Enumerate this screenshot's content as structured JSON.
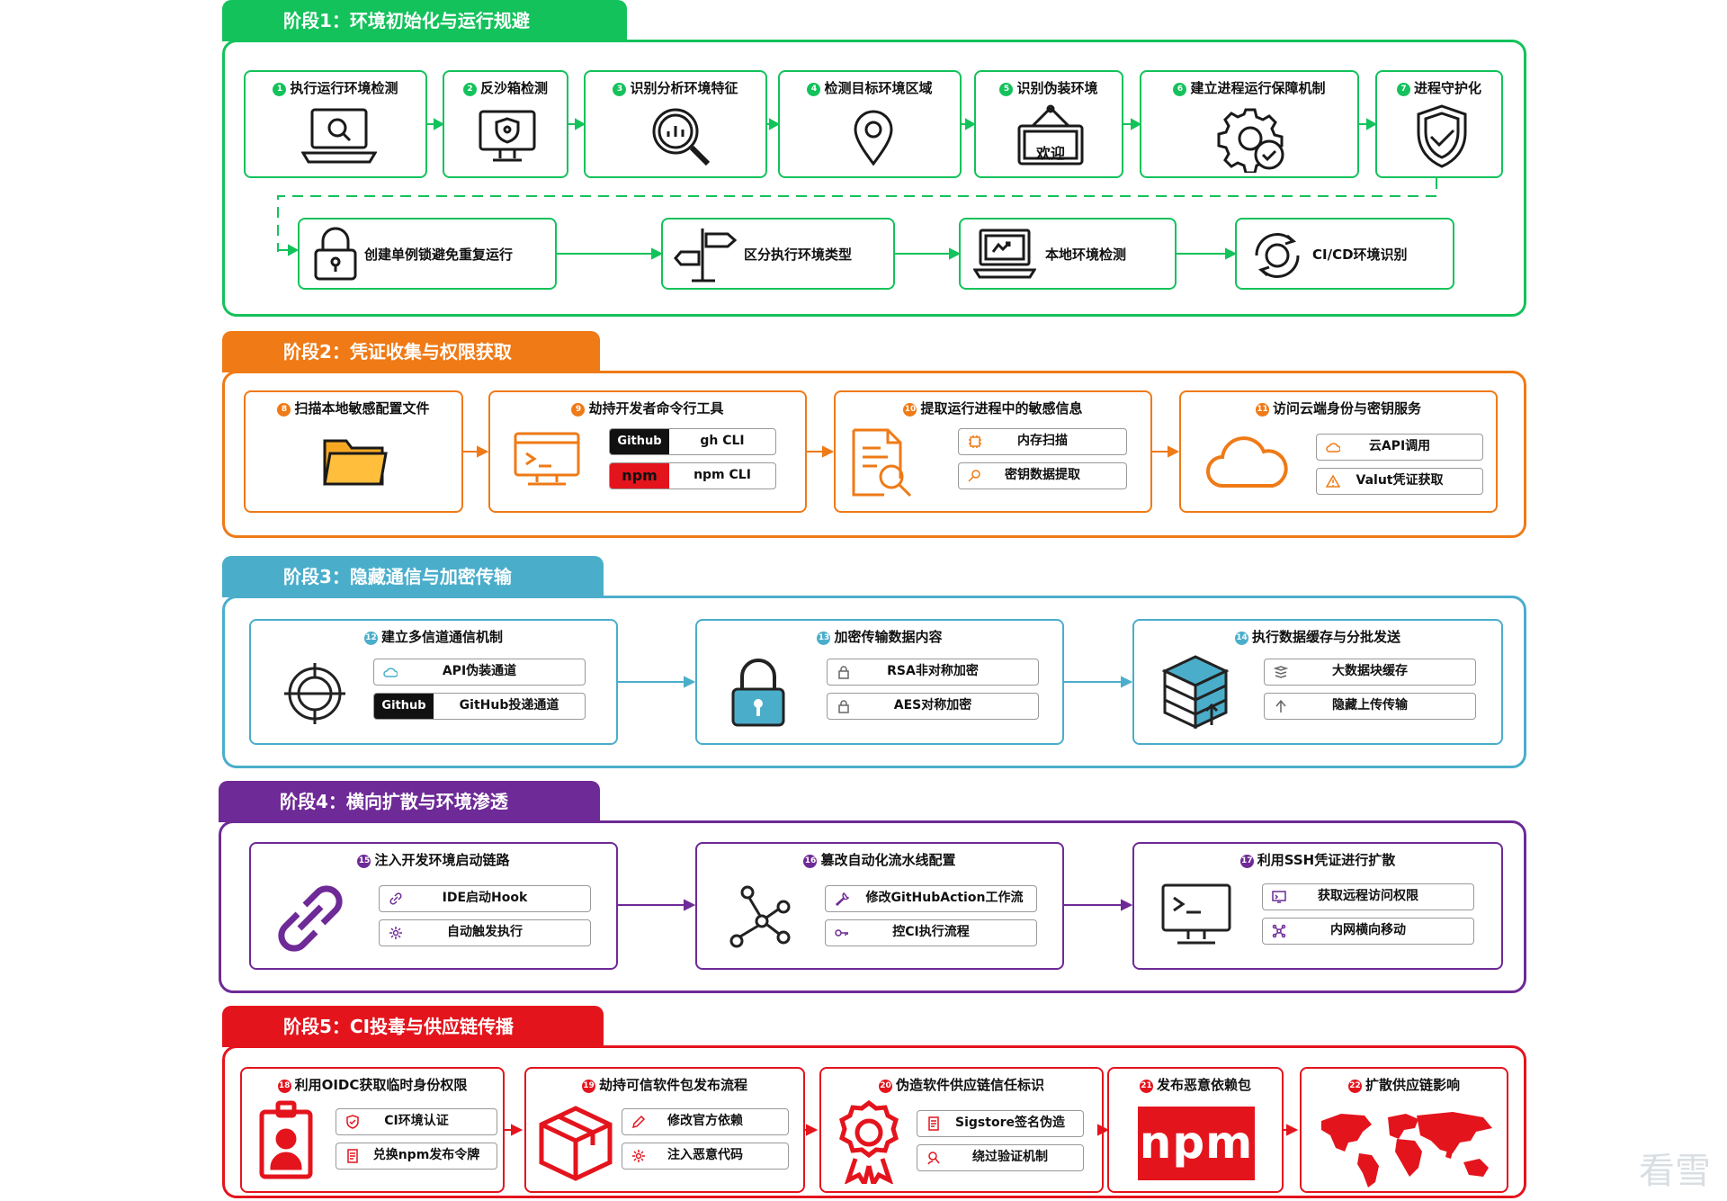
{
  "colors": {
    "green": "#13c25b",
    "orange": "#ef7a16",
    "teal": "#4aaecb",
    "purple": "#6e2a96",
    "red": "#e4141d"
  },
  "s1": {
    "title": "阶段1：环境初始化与运行规避",
    "steps": [
      {
        "n": "1",
        "label": "执行运行环境检测",
        "icon": "laptop-search-icon"
      },
      {
        "n": "2",
        "label": "反沙箱检测",
        "icon": "monitor-shield-icon"
      },
      {
        "n": "3",
        "label": "识别分析环境特征",
        "icon": "magnifier-chart-icon"
      },
      {
        "n": "4",
        "label": "检测目标环境区域",
        "icon": "map-pin-icon"
      },
      {
        "n": "5",
        "label": "识别伪装环境",
        "icon": "welcome-sign-icon"
      },
      {
        "n": "6",
        "label": "建立进程运行保障机制",
        "icon": "gear-check-icon"
      },
      {
        "n": "7",
        "label": "进程守护化",
        "icon": "shield-check-icon"
      }
    ],
    "sign_text": "欢迎",
    "row2": [
      {
        "label": "创建单例锁避免重复运行",
        "icon": "padlock-icon"
      },
      {
        "label": "区分执行环境类型",
        "icon": "signpost-icon"
      },
      {
        "label": "本地环境检测",
        "icon": "laptop-code-icon"
      },
      {
        "label": "CI/CD环境识别",
        "icon": "cycle-arrows-icon"
      }
    ]
  },
  "s2": {
    "title": "阶段2：凭证收集与权限获取",
    "c8": {
      "n": "8",
      "label": "扫描本地敏感配置文件"
    },
    "c9": {
      "n": "9",
      "label": "劫持开发者命令行工具",
      "b1": "Github",
      "t1": "gh CLI",
      "b2": "npm",
      "t2": "npm CLI"
    },
    "c10": {
      "n": "10",
      "label": "提取运行进程中的敏感信息",
      "t1": "内存扫描",
      "t2": "密钥数据提取"
    },
    "c11": {
      "n": "11",
      "label": "访问云端身份与密钥服务",
      "t1": "云API调用",
      "t2": "Valut凭证获取"
    }
  },
  "s3": {
    "title": "阶段3：隐藏通信与加密传输",
    "c12": {
      "n": "12",
      "label": "建立多信道通信机制",
      "t1": "API伪装通道",
      "b2": "Github",
      "t2": "GitHub投递通道"
    },
    "c13": {
      "n": "13",
      "label": "加密传输数据内容",
      "t1": "RSA非对称加密",
      "t2": "AES对称加密"
    },
    "c14": {
      "n": "14",
      "label": "执行数据缓存与分批发送",
      "t1": "大数据块缓存",
      "t2": "隐藏上传传输"
    }
  },
  "s4": {
    "title": "阶段4：横向扩散与环境渗透",
    "c15": {
      "n": "15",
      "label": "注入开发环境启动链路",
      "t1": "IDE启动Hook",
      "t2": "自动触发执行"
    },
    "c16": {
      "n": "16",
      "label": "篡改自动化流水线配置",
      "t1": "修改GitHubAction工作流",
      "t2": "控CI执行流程"
    },
    "c17": {
      "n": "17",
      "label": "利用SSH凭证进行扩散",
      "t1": "获取远程访问权限",
      "t2": "内网横向移动"
    }
  },
  "s5": {
    "title": "阶段5：CI投毒与供应链传播",
    "c18": {
      "n": "18",
      "label": "利用OIDC获取临时身份权限",
      "t1": "CI环境认证",
      "t2": "兑换npm发布令牌"
    },
    "c19": {
      "n": "19",
      "label": "劫持可信软件包发布流程",
      "t1": "修改官方依赖",
      "t2": "注入恶意代码"
    },
    "c20": {
      "n": "20",
      "label": "伪造软件供应链信任标识",
      "t1": "Sigstore签名伪造",
      "t2": "绕过验证机制"
    },
    "c21": {
      "n": "21",
      "label": "发布恶意依赖包",
      "logo": "npm"
    },
    "c22": {
      "n": "22",
      "label": "扩散供应链影响"
    }
  },
  "watermark": "看雪"
}
